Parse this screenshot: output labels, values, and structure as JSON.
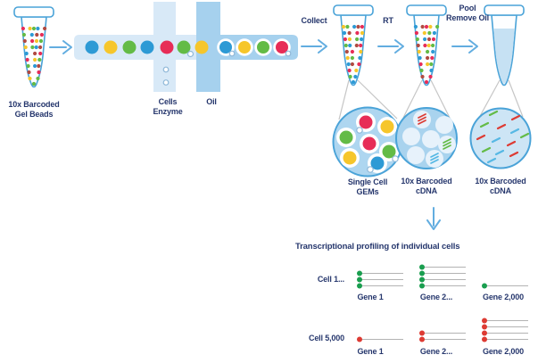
{
  "palette": {
    "navy": "#26376d",
    "arrow_blue": "#62ade0",
    "outline_blue": "#4aa3d8",
    "channel_light": "#d8e9f7",
    "channel_oil": "#a6d1ee",
    "gem_circle_fill": "#aed6f0",
    "cdna_circle_fill": "#a9d3ee",
    "pooled_circle_fill": "#cde5f5",
    "droplet_pale": "#e7f2fb",
    "liquid_blue": "#c6e1f3",
    "bead_blue": "#2d9ad5",
    "bead_yellow": "#f6c62b",
    "bead_green": "#63bb46",
    "bead_red": "#e72d57",
    "bead_maroon": "#b04a42",
    "gene_green": "#1a9e4f",
    "gene_red": "#dd3b33",
    "cdna_cyan": "#56b8e4",
    "line_gray": "#b3b3b3",
    "funnel_gray": "#c6c6c6"
  },
  "labels": {
    "gel_beads_line1": "10x Barcoded",
    "gel_beads_line2": "Gel Beads",
    "cells": "Cells",
    "enzyme": "Enzyme",
    "oil": "Oil",
    "collect": "Collect",
    "rt": "RT",
    "pool_line1": "Pool",
    "pool_line2": "Remove Oil",
    "gems_line1": "Single Cell",
    "gems_line2": "GEMs",
    "cdna1_line1": "10x Barcoded",
    "cdna1_line2": "cDNA",
    "cdna2_line1": "10x Barcoded",
    "cdna2_line2": "cDNA",
    "profiling_title": "Transcriptional profiling of individual cells"
  },
  "channel_beads": {
    "stream": [
      "blue",
      "yellow",
      "green",
      "blue",
      "red",
      "green",
      "yellow"
    ],
    "droplets": [
      "blue",
      "yellow",
      "green",
      "red"
    ]
  },
  "gem_beads": [
    "red",
    "yellow",
    "green",
    "red",
    "green",
    "yellow",
    "blue"
  ],
  "profiling": {
    "gene_labels": [
      "Gene 1",
      "Gene 2...",
      "Gene 2,000"
    ],
    "rows": [
      {
        "cell_label": "Cell 1...",
        "color": "gene_green",
        "counts": [
          3,
          4,
          1
        ]
      },
      {
        "cell_label": "Cell 5,000",
        "color": "gene_red",
        "counts": [
          1,
          2,
          4
        ]
      }
    ]
  }
}
